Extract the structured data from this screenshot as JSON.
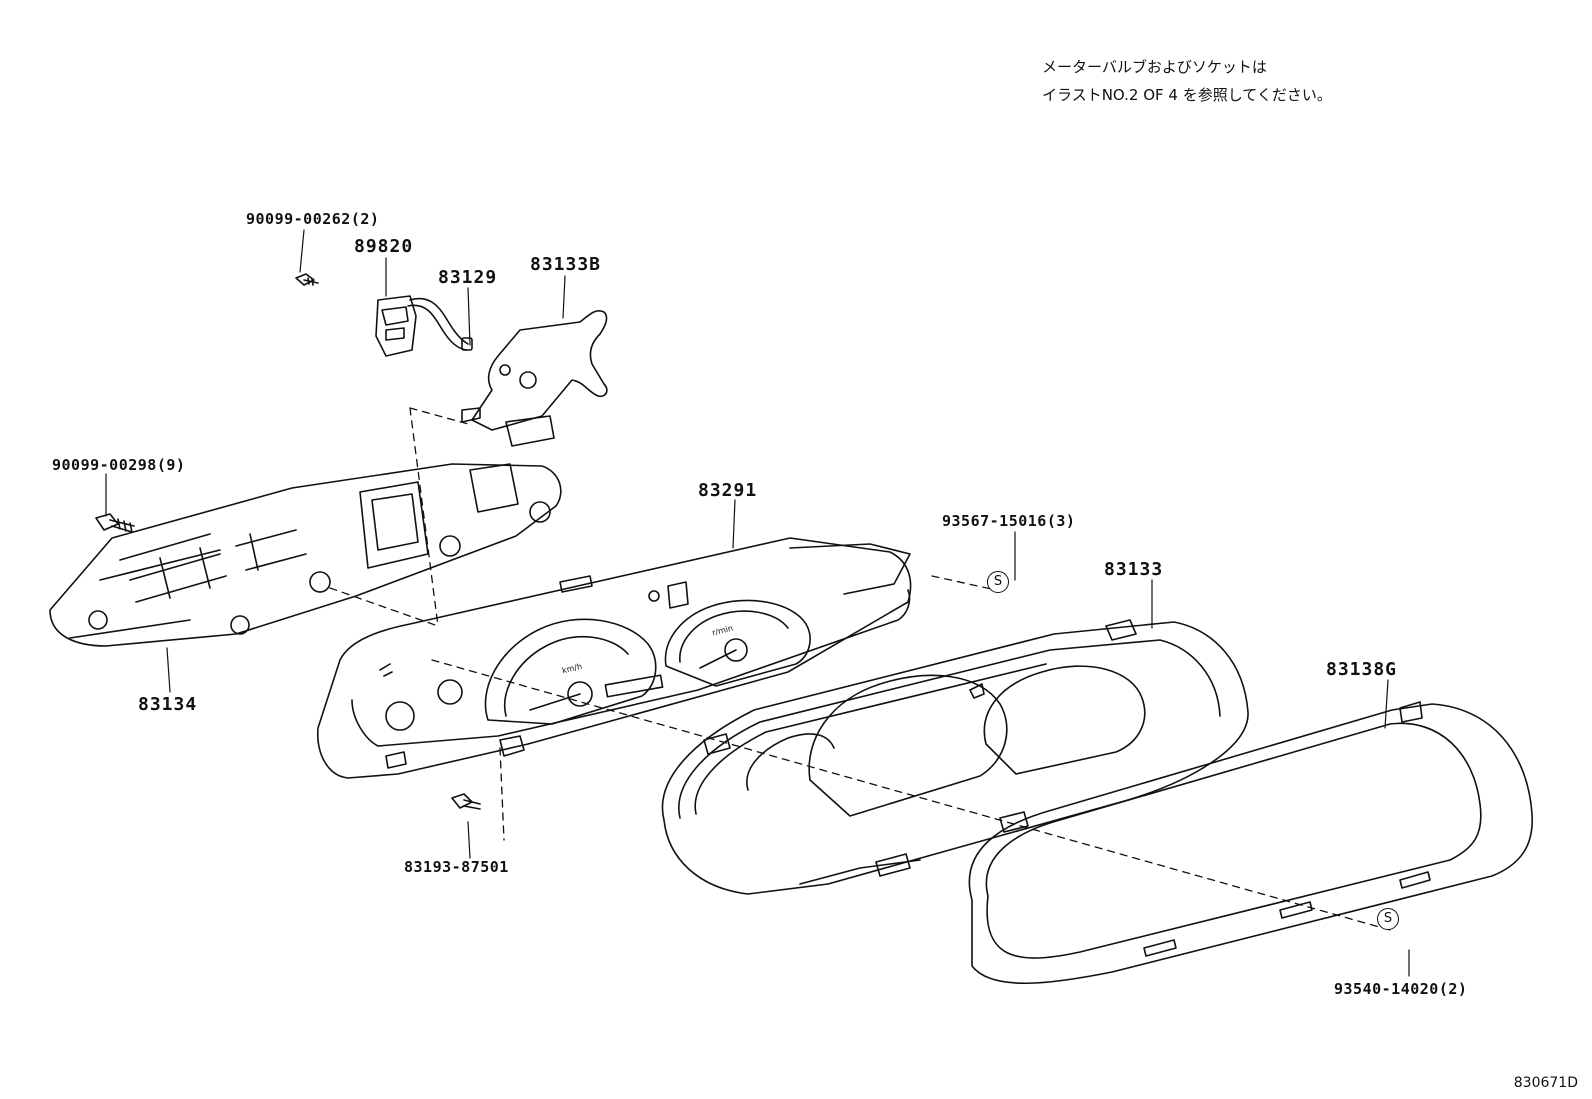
{
  "note": {
    "line1": "メーターバルブおよびソケットは",
    "line2": "イラストNO.2 OF 4 を参照してください。"
  },
  "parts": {
    "p90099_00262": "90099-00262(2)",
    "p89820": "89820",
    "p83129": "83129",
    "p83133B": "83133B",
    "p90099_00298": "90099-00298(9)",
    "p83291": "83291",
    "p93567_15016": "93567-15016(3)",
    "p83133": "83133",
    "p83138G": "83138G",
    "p83134": "83134",
    "p83193_87501": "83193-87501",
    "p93540_14020": "93540-14020(2)"
  },
  "symbols": {
    "s_mark": "S"
  },
  "gauges": {
    "speedo_unit": "km/h",
    "tacho_unit": "r/min"
  },
  "illustration_code": "830671D"
}
